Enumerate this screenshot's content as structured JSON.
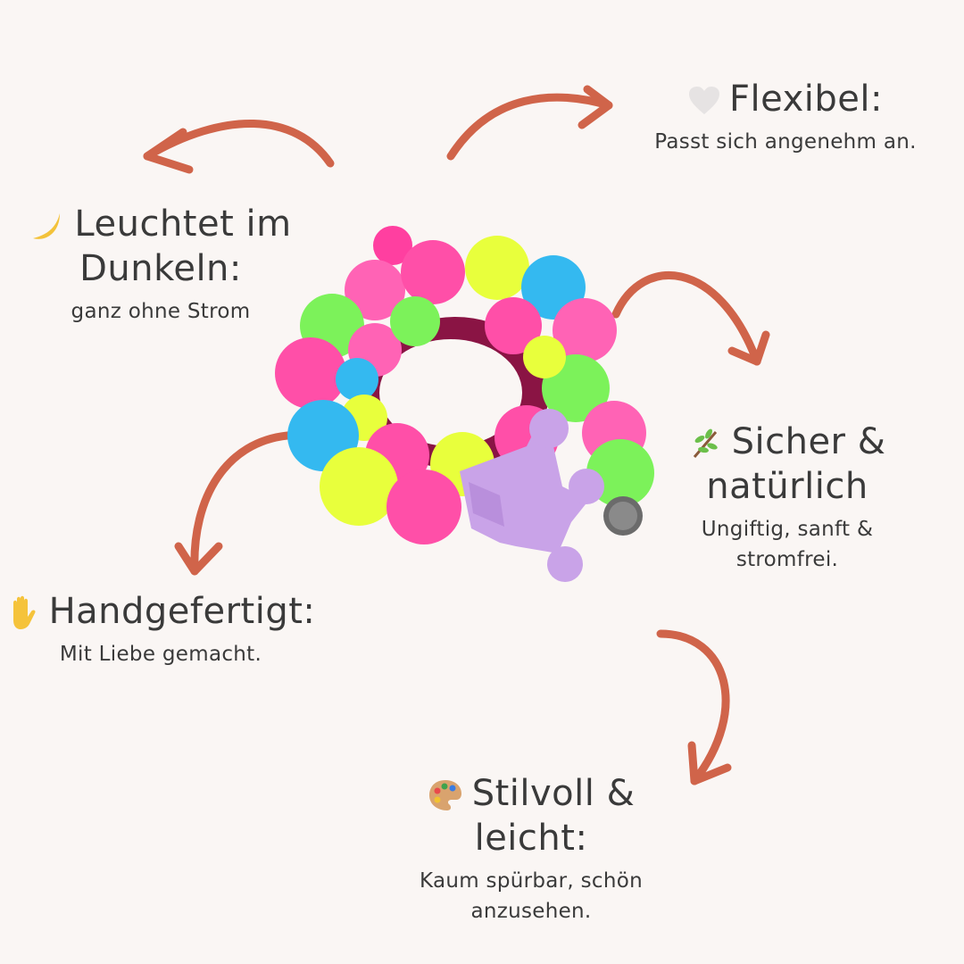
{
  "colors": {
    "background": "#faf6f4",
    "arrow": "#d0644a",
    "text": "#3a3a3a",
    "bead_pink": "#ff4fa8",
    "bead_yellow": "#e8ff3c",
    "bead_blue": "#34b9f0",
    "bead_green": "#7cf25a",
    "crown": "#c9a3e8"
  },
  "product_image": {
    "subject": "bracelet-photo",
    "charm": "crown-charm"
  },
  "features": {
    "flexibel": {
      "icon": "white-heart-icon",
      "title": "Flexibel:",
      "subtitle": "Passt sich angenehm an."
    },
    "leuchtet": {
      "icon": "crescent-moon-icon",
      "title_line1": "Leuchtet im",
      "title_line2": "Dunkeln:",
      "subtitle": "ganz ohne Strom"
    },
    "sicher": {
      "icon": "herb-icon",
      "title_line1": "Sicher &",
      "title_line2": "natürlich",
      "subtitle_line1": "Ungiftig, sanft &",
      "subtitle_line2": "stromfrei."
    },
    "handgefertigt": {
      "icon": "raised-hand-icon",
      "title": "Handgefertigt:",
      "subtitle": "Mit Liebe gemacht."
    },
    "stilvoll": {
      "icon": "artist-palette-icon",
      "title_line1": "Stilvoll &",
      "title_line2": "leicht:",
      "subtitle_line1": "Kaum spürbar, schön",
      "subtitle_line2": "anzusehen."
    }
  }
}
